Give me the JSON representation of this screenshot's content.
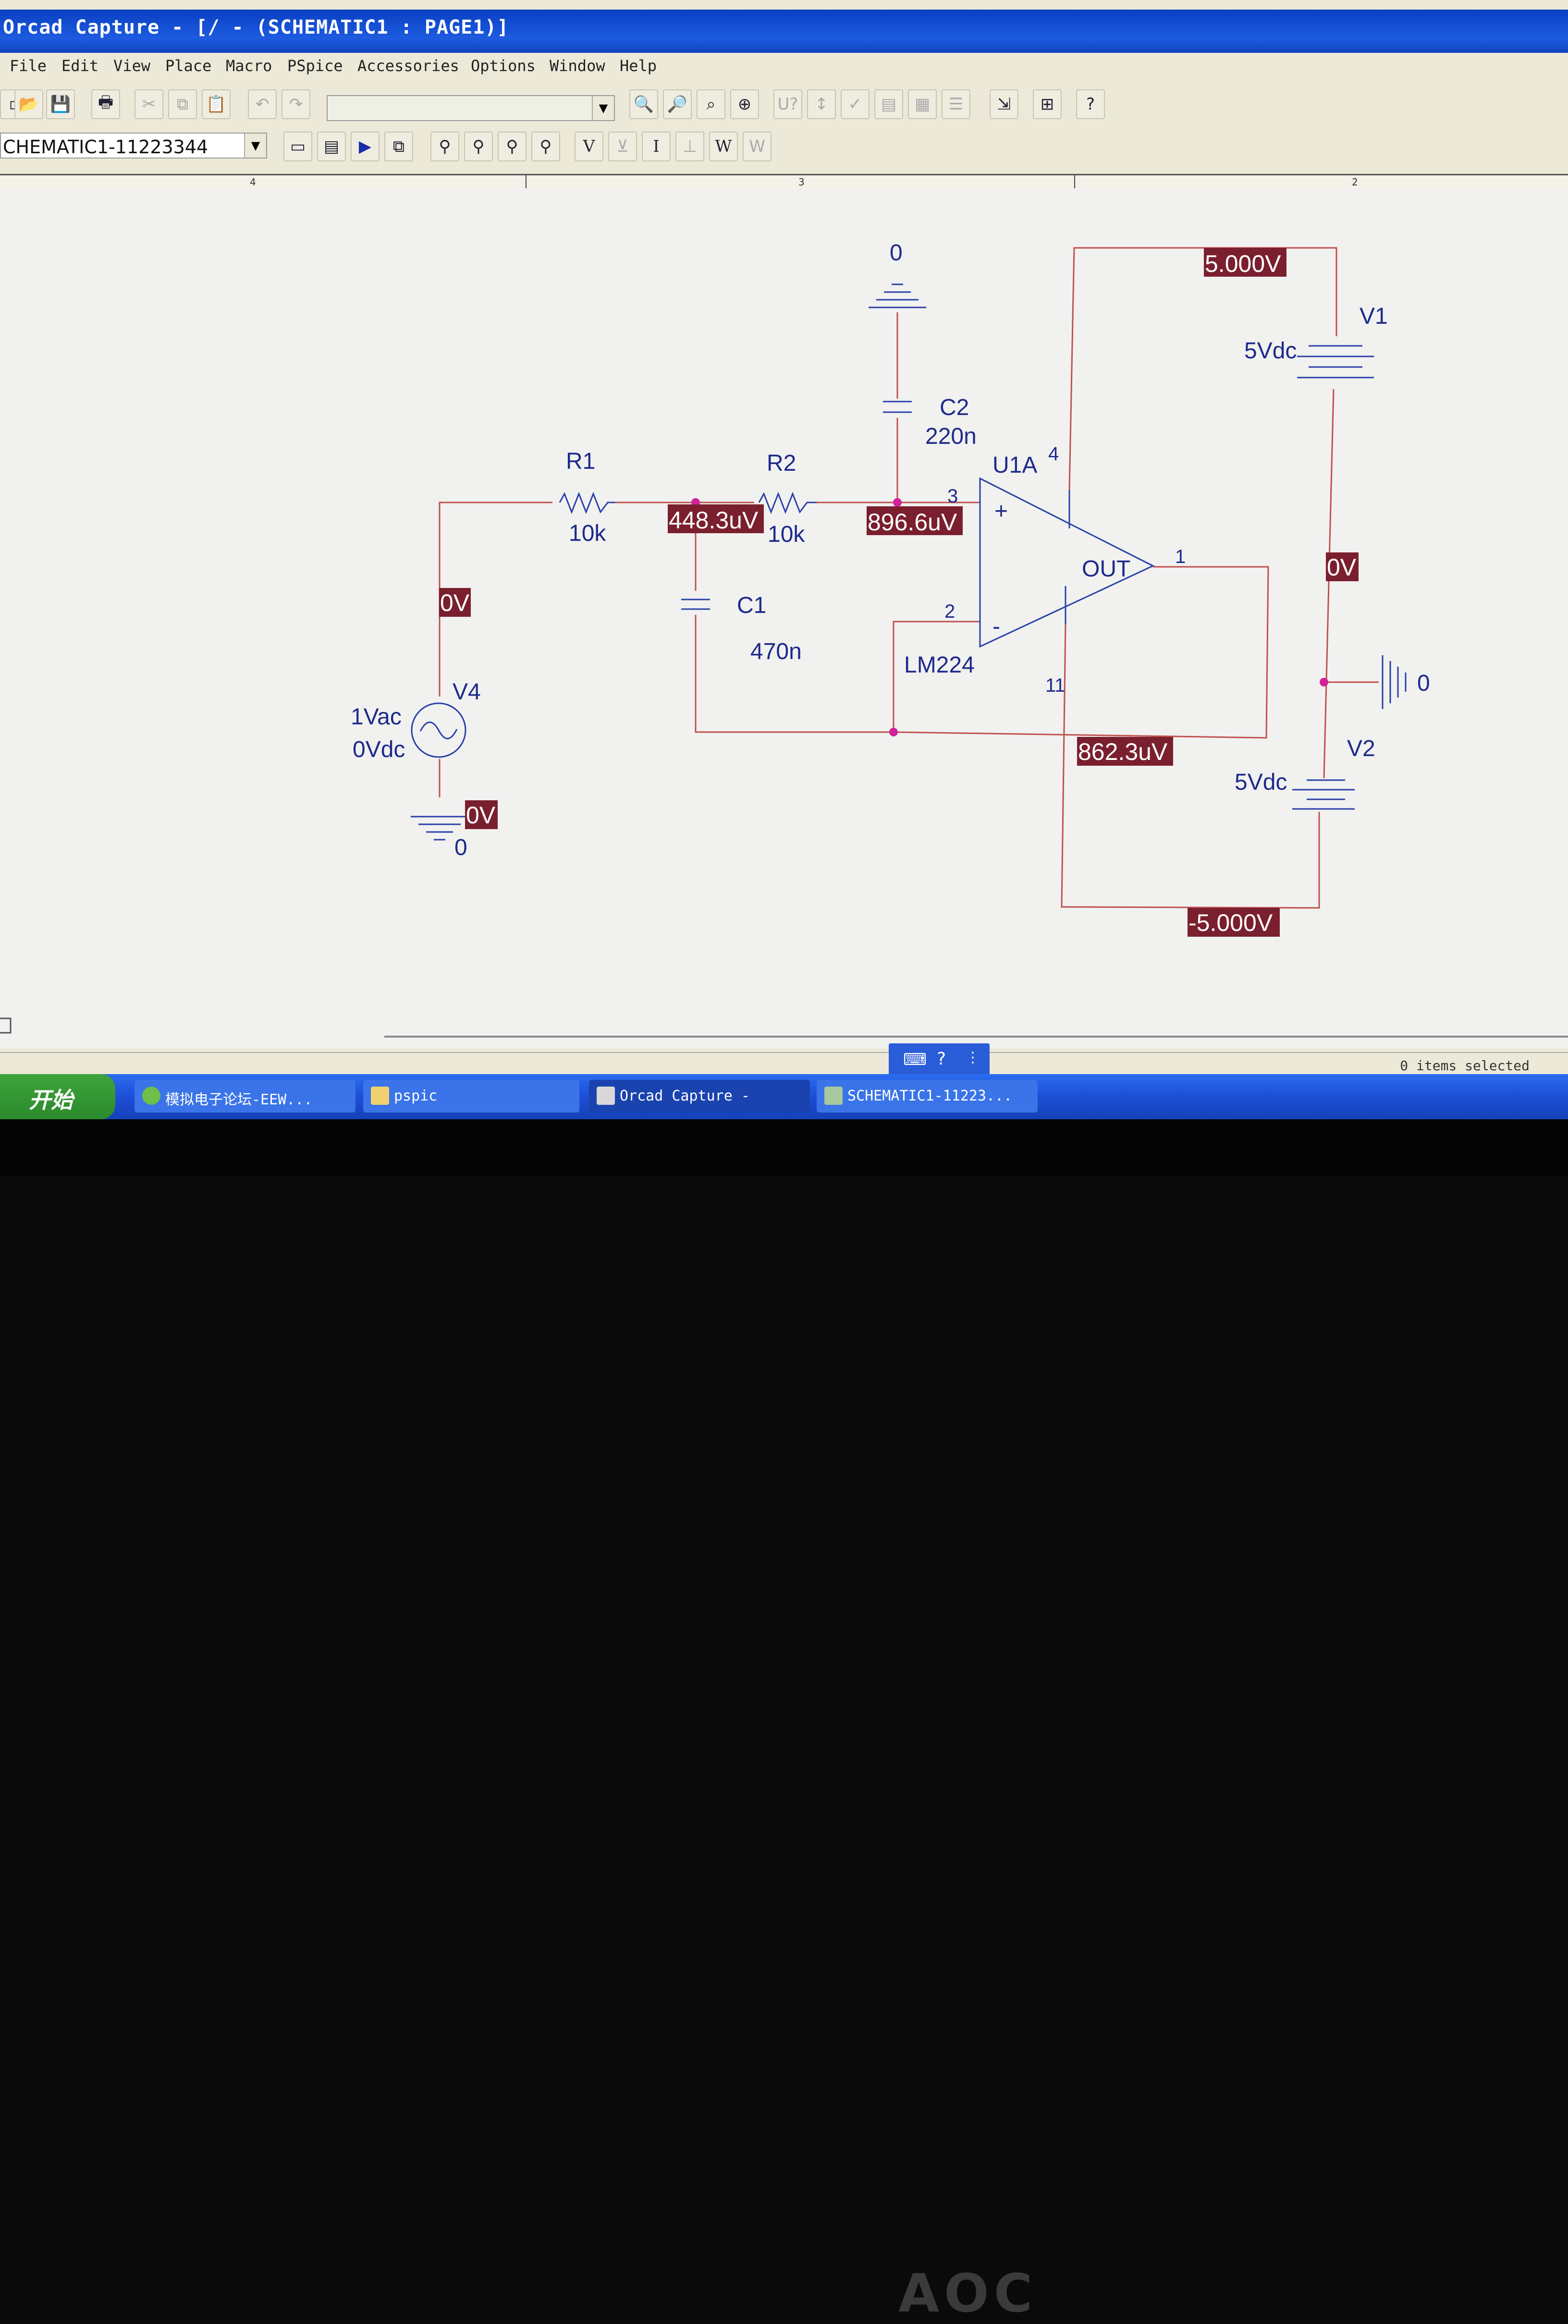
{
  "window": {
    "title": "Orcad Capture - [/ - (SCHEMATIC1 : PAGE1)]"
  },
  "menu": [
    "File",
    "Edit",
    "View",
    "Place",
    "Macro",
    "PSpice",
    "Accessories",
    "Options",
    "Window",
    "Help"
  ],
  "toolbar2": {
    "design_combo": "CHEMATIC1-11223344",
    "voltage_btn": "V",
    "current_btn": "I",
    "power_btn": "W"
  },
  "ruler": [
    "4",
    "3",
    "2"
  ],
  "schematic": {
    "r1": {
      "ref": "R1",
      "value": "10k"
    },
    "r2": {
      "ref": "R2",
      "value": "10k"
    },
    "c1": {
      "ref": "C1",
      "value": "470n"
    },
    "c2": {
      "ref": "C2",
      "value": "220n"
    },
    "u1": {
      "ref": "U1A",
      "part": "LM224",
      "out": "OUT",
      "plus": "+",
      "minus": "-",
      "pin1": "1",
      "pin2": "2",
      "pin3": "3",
      "pin4": "4",
      "pin11": "11"
    },
    "v1": {
      "ref": "V1",
      "value": "5Vdc"
    },
    "v2": {
      "ref": "V2",
      "value": "5Vdc"
    },
    "v4": {
      "ref": "V4",
      "ac": "1Vac",
      "dc": "0Vdc"
    },
    "gnd_top": "0",
    "gnd_right": "0",
    "gnd_bottom": "0",
    "probes": {
      "vplus": "5.000V",
      "n1": "448.3uV",
      "n2": "896.6uV",
      "vin": "0V",
      "gnd_src": "0V",
      "mid": "0V",
      "out": "862.3uV",
      "vminus": "-5.000V"
    }
  },
  "status": "0 items selected",
  "taskbar": {
    "start": "开始",
    "tasks": [
      "模拟电子论坛-EEW...",
      "pspic",
      "Orcad Capture -",
      "SCHEMATIC1-11223..."
    ]
  },
  "monitor_brand": "AOC",
  "colors": {
    "probe_bg": "#7a1f2e",
    "wire": "#c0504d",
    "part": "#2a3fa8",
    "junction": "#d0239a"
  }
}
